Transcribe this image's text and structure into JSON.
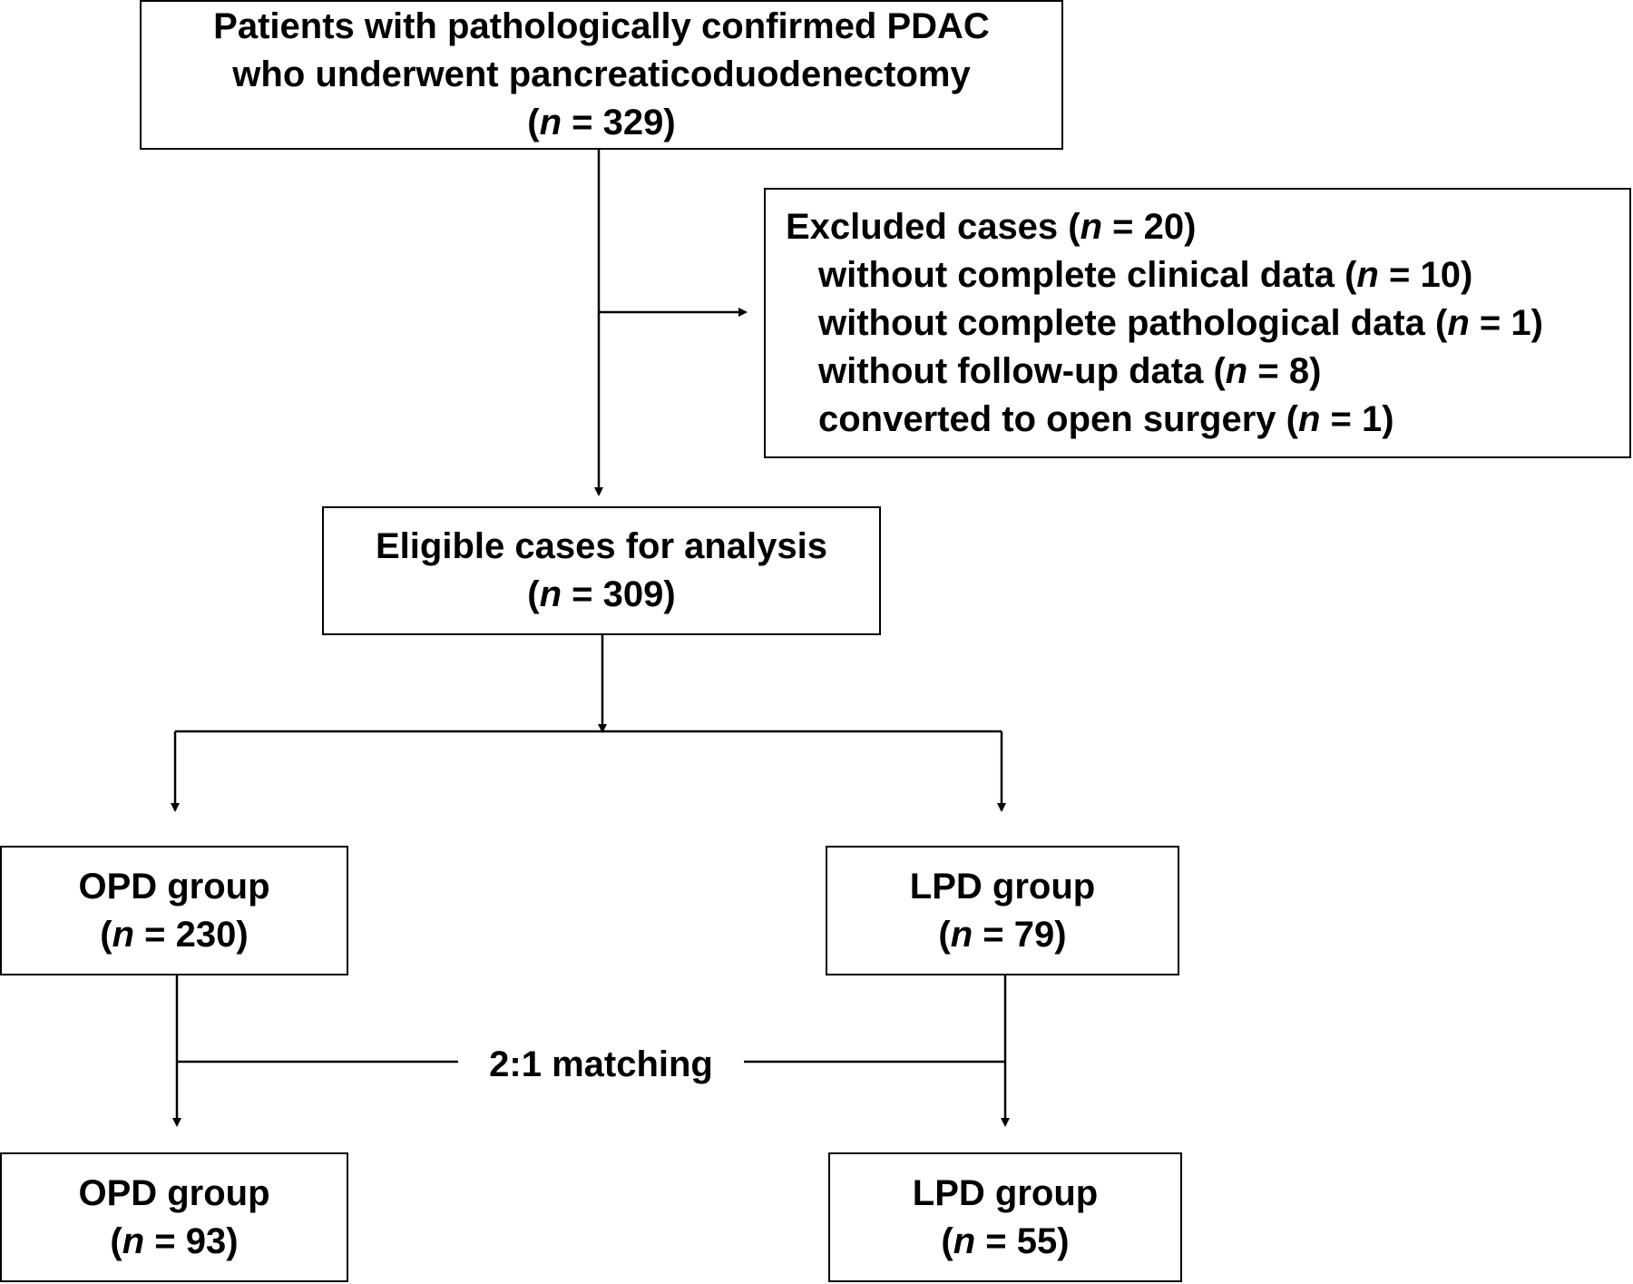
{
  "top_box": {
    "line1": "Patients with pathologically confirmed PDAC",
    "line2": "who underwent pancreaticoduodenectomy",
    "n_var": "n",
    "n_eq": " = 329"
  },
  "excluded_box": {
    "title": "Excluded cases",
    "title_n_eq": " = 20",
    "n_var": "n",
    "reasons": [
      {
        "label": "without complete clinical data",
        "n_eq": " = 10"
      },
      {
        "label": "without complete pathological data",
        "n_eq": " = 1"
      },
      {
        "label": "without follow-up data",
        "n_eq": " = 8"
      },
      {
        "label": "converted to open surgery",
        "n_eq": " = 1"
      }
    ]
  },
  "eligible_box": {
    "title": "Eligible cases for analysis",
    "n_var": "n",
    "n_eq": " = 309"
  },
  "opd_box_before": {
    "title": "OPD group",
    "n_var": "n",
    "n_eq": " = 230"
  },
  "lpd_box_before": {
    "title": "LPD group",
    "n_var": "n",
    "n_eq": " = 79"
  },
  "matching_label": "2:1 matching",
  "opd_box_after": {
    "title": "OPD group",
    "n_var": "n",
    "n_eq": " = 93"
  },
  "lpd_box_after": {
    "title": "LPD group",
    "n_var": "n",
    "n_eq": " = 55"
  }
}
